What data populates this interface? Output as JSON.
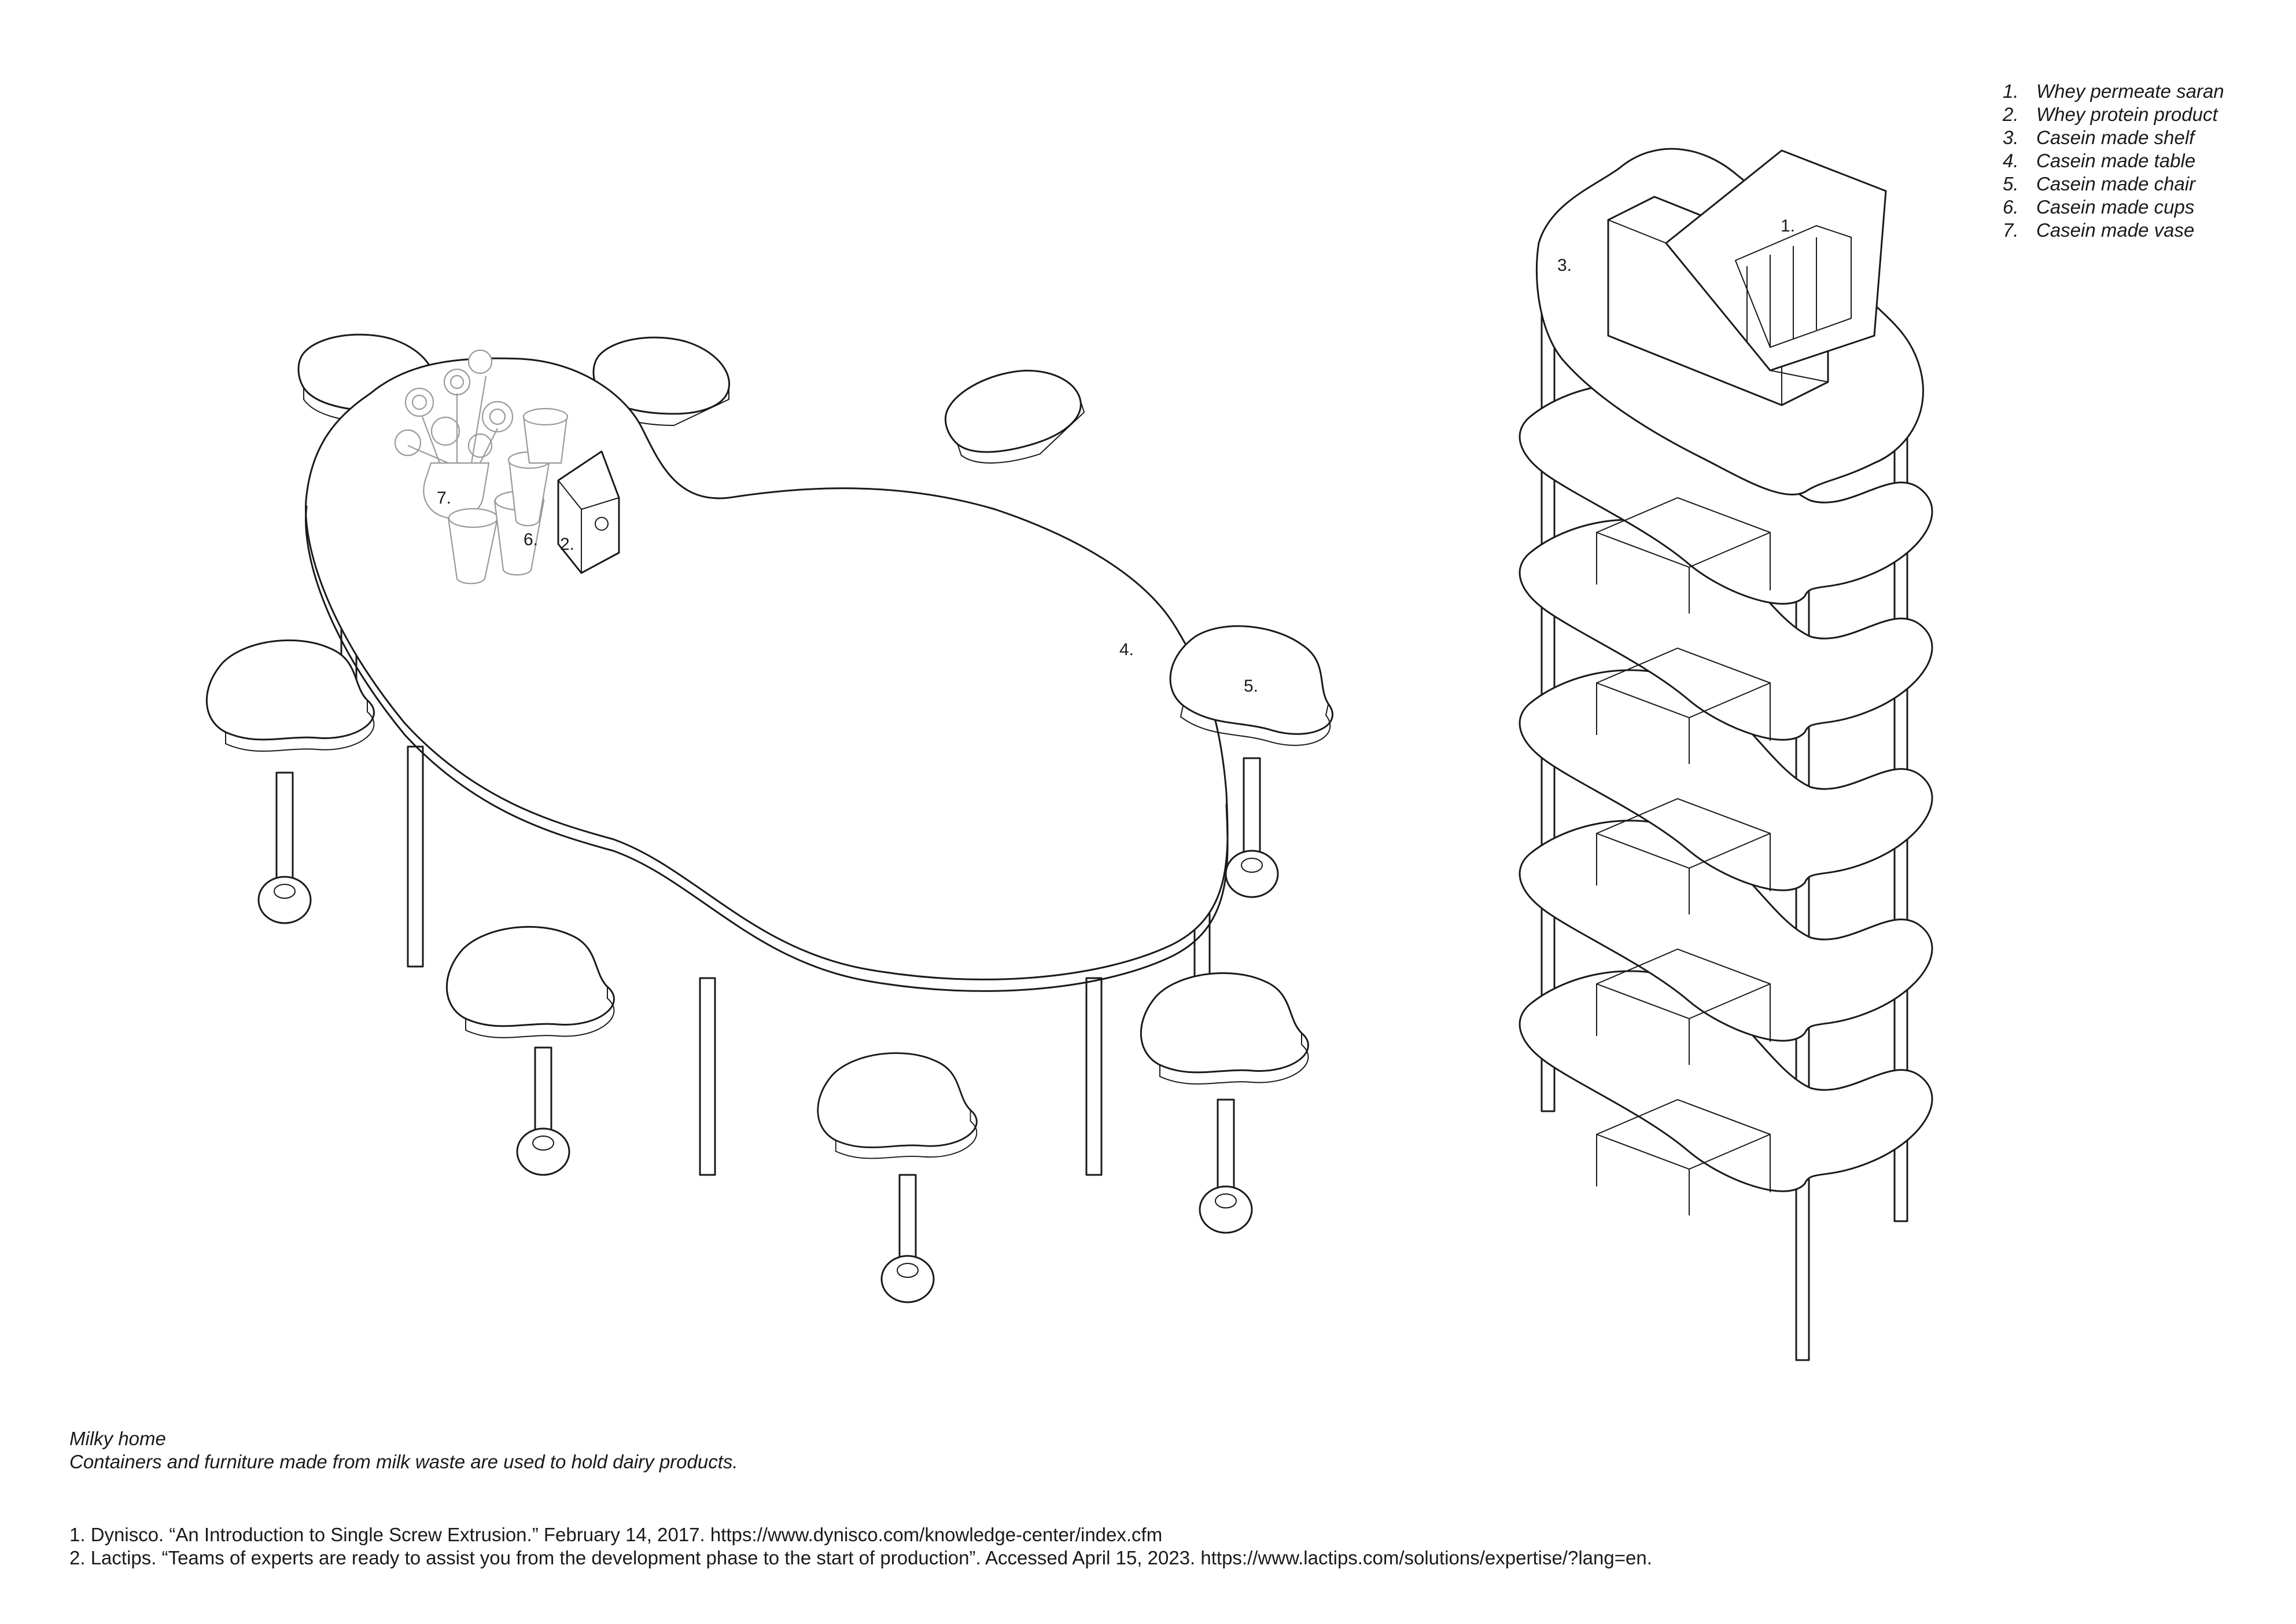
{
  "callouts": {
    "c1": "1.",
    "c2": "2.",
    "c3": "3.",
    "c4": "4.",
    "c5": "5.",
    "c6": "6.",
    "c7": "7."
  },
  "legend": [
    {
      "num": "1.",
      "text": "Whey permeate saran"
    },
    {
      "num": "2.",
      "text": "Whey protein product"
    },
    {
      "num": "3.",
      "text": "Casein made shelf"
    },
    {
      "num": "4.",
      "text": "Casein made table"
    },
    {
      "num": "5.",
      "text": "Casein made chair"
    },
    {
      "num": "6.",
      "text": "Casein made cups"
    },
    {
      "num": "7.",
      "text": "Casein made vase"
    }
  ],
  "caption": {
    "title": "Milky home",
    "description": "Containers and furniture made from milk waste are used to hold dairy products."
  },
  "references": [
    "1. Dynisco. “An Introduction to Single Screw Extrusion.” February 14, 2017. https://www.dynisco.com/knowledge-center/index.cfm",
    "2. Lactips. “Teams of experts are ready to assist you from the development phase to the start of production”. Accessed April 15, 2023. https://www.lactips.com/solutions/expertise/?lang=en."
  ]
}
